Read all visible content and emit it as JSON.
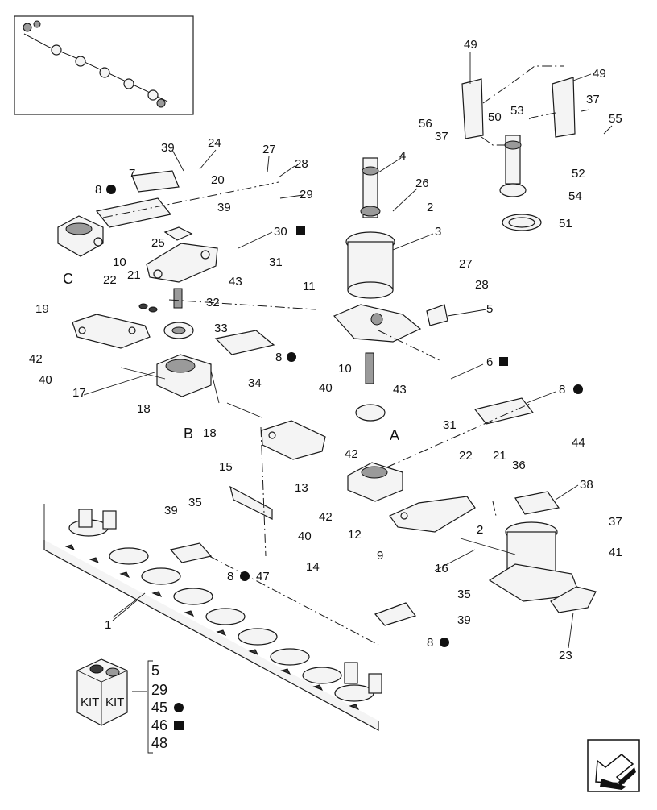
{
  "callouts": {
    "c1": "1",
    "c2a": "2",
    "c2b": "2",
    "c3": "3",
    "c4": "4",
    "c5": "5",
    "c6": "6",
    "c7": "7",
    "c8a": "8",
    "c8b": "8",
    "c8c": "8",
    "c8d": "8",
    "c8e": "8",
    "c9": "9",
    "c10a": "10",
    "c10b": "10",
    "c11": "11",
    "c12": "12",
    "c13": "13",
    "c14": "14",
    "c15": "15",
    "c16": "16",
    "c17": "17",
    "c18a": "18",
    "c18b": "18",
    "c19": "19",
    "c20": "20",
    "c21a": "21",
    "c21b": "21",
    "c22a": "22",
    "c22b": "22",
    "c23": "23",
    "c24": "24",
    "c25": "25",
    "c26": "26",
    "c27a": "27",
    "c27b": "27",
    "c28a": "28",
    "c28b": "28",
    "c29": "29",
    "c30": "30",
    "c31a": "31",
    "c31b": "31",
    "c32": "32",
    "c33": "33",
    "c34": "34",
    "c35a": "35",
    "c35b": "35",
    "c36": "36",
    "c37a": "37",
    "c37b": "37",
    "c37c": "37",
    "c38": "38",
    "c39a": "39",
    "c39b": "39",
    "c39c": "39",
    "c39d": "39",
    "c40a": "40",
    "c40b": "40",
    "c40c": "40",
    "c41": "41",
    "c42a": "42",
    "c42b": "42",
    "c42c": "42",
    "c43a": "43",
    "c43b": "43",
    "c44": "44",
    "c47": "47",
    "c49a": "49",
    "c49b": "49",
    "c50": "50",
    "c51": "51",
    "c52": "52",
    "c53": "53",
    "c54": "54",
    "c55": "55",
    "c56": "56"
  },
  "view_letters": {
    "a": "A",
    "b": "B",
    "c": "C"
  },
  "kit": {
    "box_label_left": "KIT",
    "box_label_right": "KIT",
    "items": [
      "5",
      "29",
      "45",
      "46",
      "48"
    ],
    "markers": [
      "",
      "",
      "circle",
      "square",
      ""
    ]
  },
  "legend_markers": {
    "circle_meaning": "circle",
    "square_meaning": "square"
  },
  "colors": {
    "line": "#1a1a1a",
    "marker": "#111111",
    "background": "#ffffff"
  },
  "icons": {
    "navigation_arrow": "previous-page-arrow-icon",
    "overview": "cutterbar-overview-thumbnail"
  }
}
